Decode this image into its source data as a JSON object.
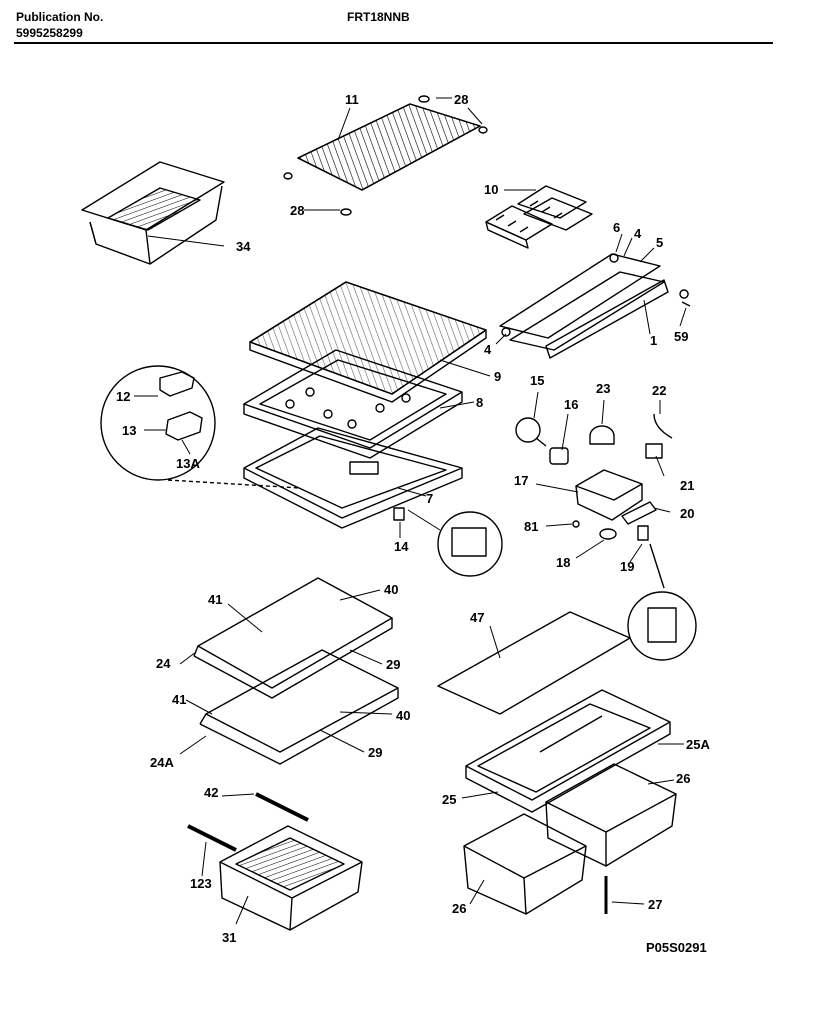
{
  "header": {
    "publication_label": "Publication No.",
    "publication_number": "5995258299",
    "model": "FRT18NNB"
  },
  "diagram_code": "P05S0291",
  "callouts": {
    "c11": "11",
    "c28a": "28",
    "c28b": "28",
    "c34": "34",
    "c10": "10",
    "c6": "6",
    "c4a": "4",
    "c5": "5",
    "c4b": "4",
    "c59": "59",
    "c1": "1",
    "c9": "9",
    "c8": "8",
    "c7": "7",
    "c12": "12",
    "c13": "13",
    "c13a": "13A",
    "c14": "14",
    "c15": "15",
    "c16": "16",
    "c23": "23",
    "c22": "22",
    "c17": "17",
    "c21": "21",
    "c20": "20",
    "c81": "81",
    "c18": "18",
    "c19": "19",
    "c41a": "41",
    "c40a": "40",
    "c24": "24",
    "c29a": "29",
    "c41b": "41",
    "c40b": "40",
    "c24a": "24A",
    "c29b": "29",
    "c47": "47",
    "c25a": "25A",
    "c26a": "26",
    "c25": "25",
    "c42": "42",
    "c123": "123",
    "c31": "31",
    "c26b": "26",
    "c27": "27"
  }
}
